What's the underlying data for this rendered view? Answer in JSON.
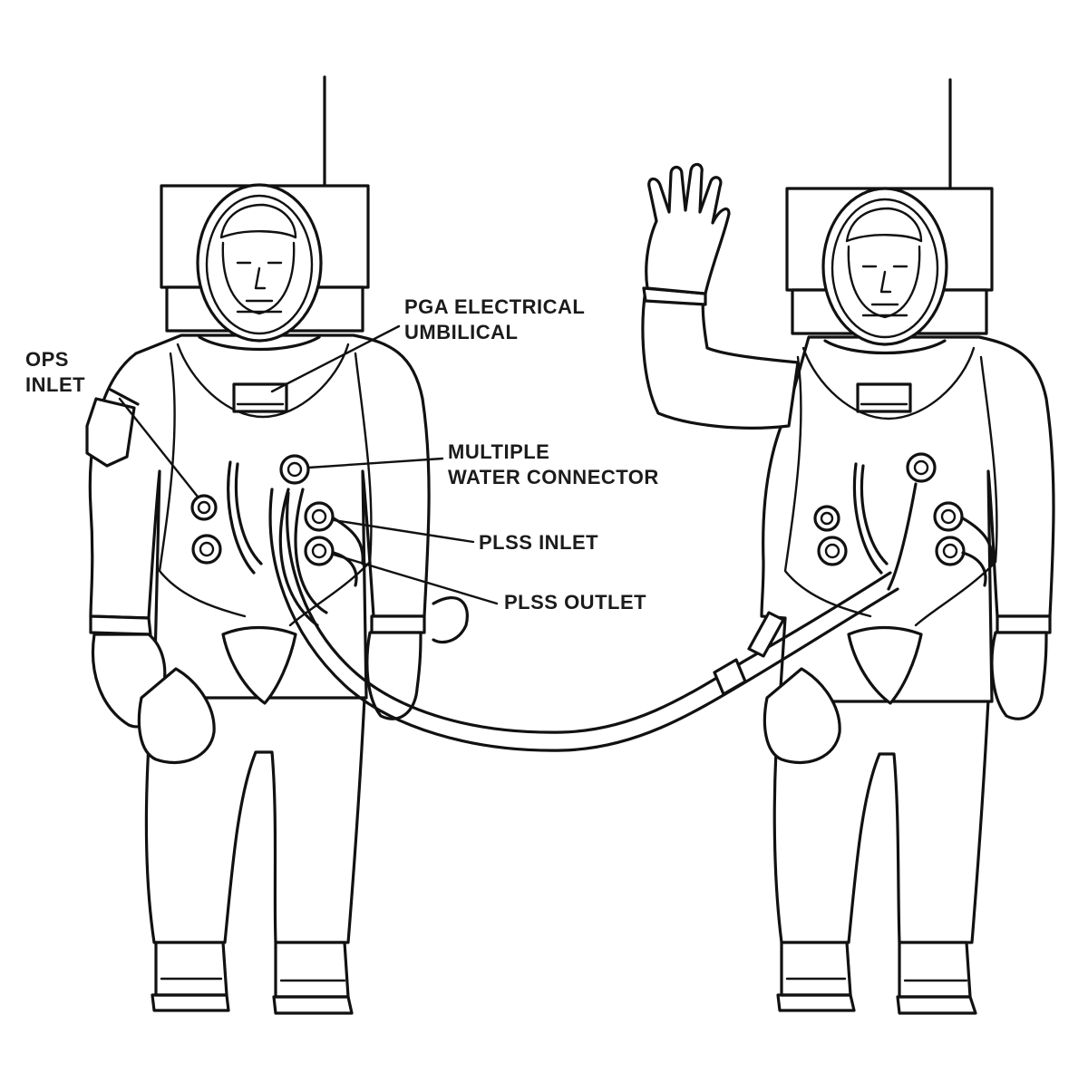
{
  "labels": {
    "ops_inlet": [
      "OPS",
      "INLET"
    ],
    "pga_umbilical": [
      "PGA ELECTRICAL",
      "UMBILICAL"
    ],
    "water_connector": [
      "MULTIPLE",
      "WATER CONNECTOR"
    ],
    "plss_inlet": "PLSS INLET",
    "plss_outlet": "PLSS OUTLET"
  },
  "colors": {
    "ink": "#111111",
    "background": "#ffffff"
  }
}
